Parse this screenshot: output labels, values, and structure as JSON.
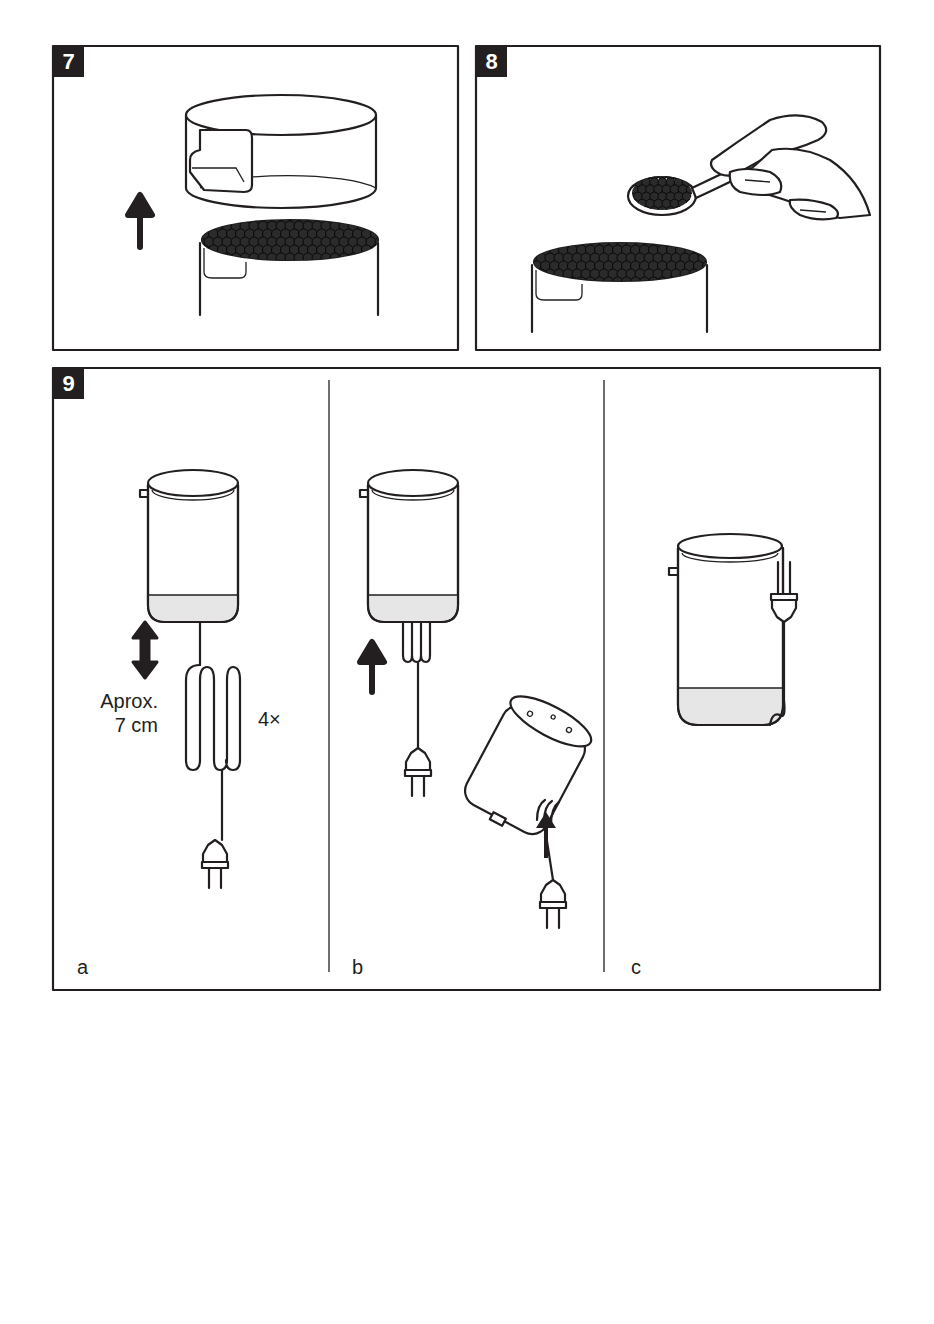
{
  "diagram": {
    "nodes": [
      {
        "text": [
          "7"
        ]
      },
      {
        "text": [
          "8"
        ]
      },
      {
        "text": [
          "9"
        ]
      }
    ],
    "labels": [
      "Aprox. 7 cm",
      "4×",
      "a",
      "b",
      "c"
    ]
  }
}
